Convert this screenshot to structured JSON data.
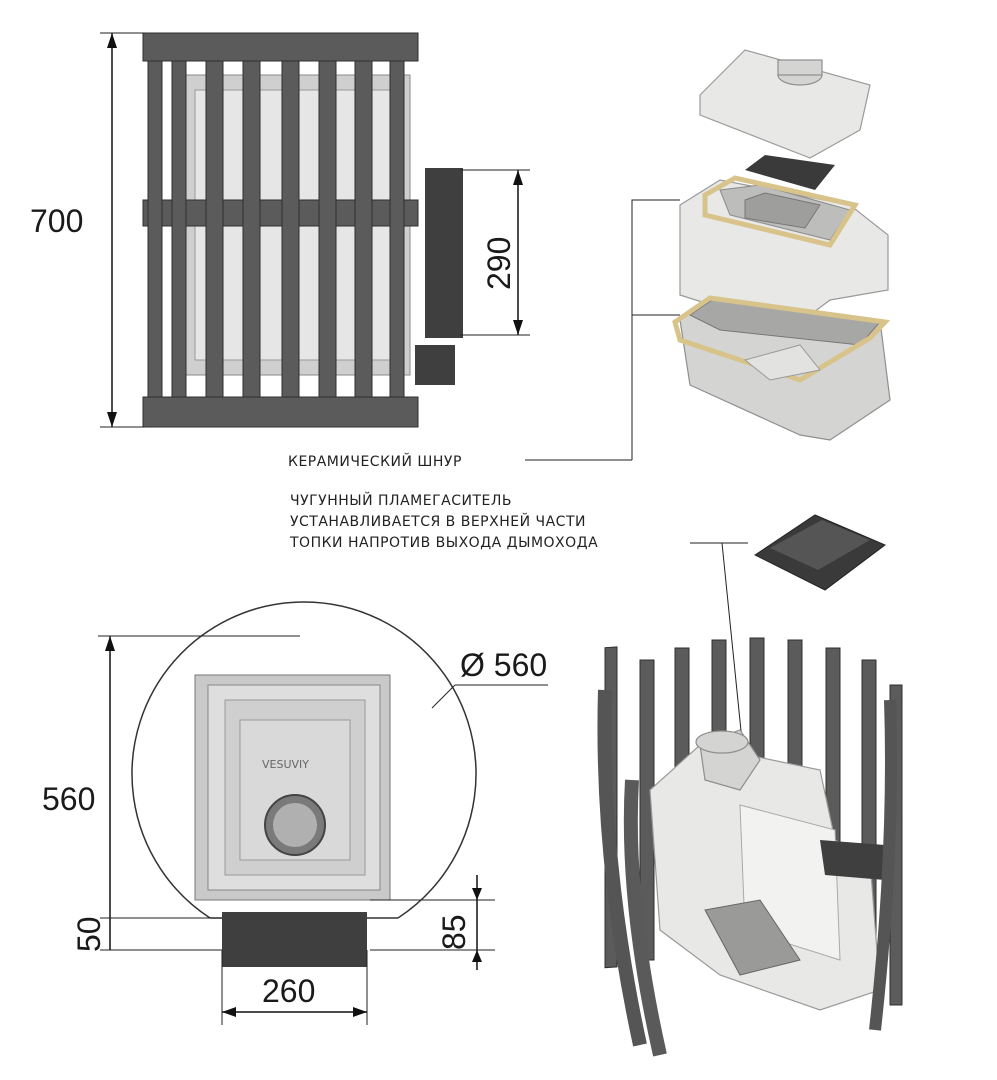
{
  "dimensions": {
    "height_total": "700",
    "height_outlet": "290",
    "diameter": "Ø 560",
    "depth": "560",
    "offset": "50",
    "door_height": "85",
    "door_width": "260"
  },
  "labels": {
    "ceramic_cord": "КЕРАМИЧЕСКИЙ ШНУР",
    "flame_arrester_line1": "ЧУГУННЫЙ ПЛАМЕГАСИТЕЛЬ",
    "flame_arrester_line2": "УСТАНАВЛИВАЕТСЯ В ВЕРХНЕЙ ЧАСТИ",
    "flame_arrester_line3": "ТОПКИ НАПРОТИВ ВЫХОДА ДЫМОХОДА",
    "brand": "VESUVIY"
  },
  "colors": {
    "steel": "#5b5b5b",
    "ceramic": "#e8e8e6",
    "cord": "#d8c48a"
  }
}
